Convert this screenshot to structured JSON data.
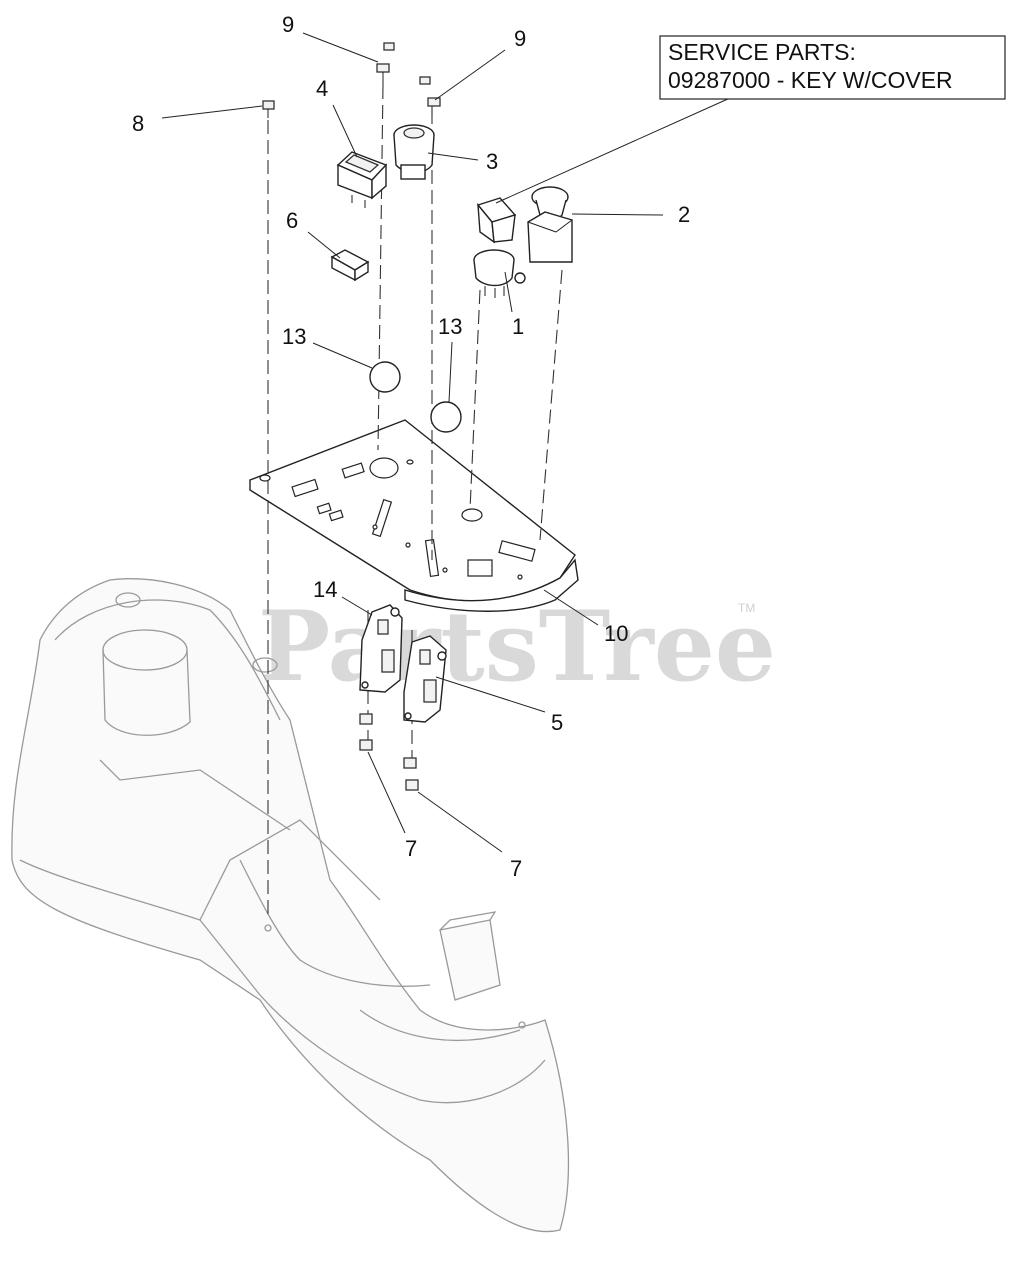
{
  "service_parts": {
    "line1": "SERVICE PARTS:",
    "line2": "09287000 - KEY W/COVER"
  },
  "callouts": [
    {
      "id": "c9a",
      "label": "9"
    },
    {
      "id": "c9b",
      "label": "9"
    },
    {
      "id": "c8",
      "label": "8"
    },
    {
      "id": "c4",
      "label": "4"
    },
    {
      "id": "c3",
      "label": "3"
    },
    {
      "id": "c2",
      "label": "2"
    },
    {
      "id": "c6",
      "label": "6"
    },
    {
      "id": "c1",
      "label": "1"
    },
    {
      "id": "c13a",
      "label": "13"
    },
    {
      "id": "c13b",
      "label": "13"
    },
    {
      "id": "c14",
      "label": "14"
    },
    {
      "id": "c10",
      "label": "10"
    },
    {
      "id": "c5",
      "label": "5"
    },
    {
      "id": "c7a",
      "label": "7"
    },
    {
      "id": "c7b",
      "label": "7"
    }
  ],
  "watermark": {
    "text": "PartsTree",
    "trademark": "TM"
  }
}
